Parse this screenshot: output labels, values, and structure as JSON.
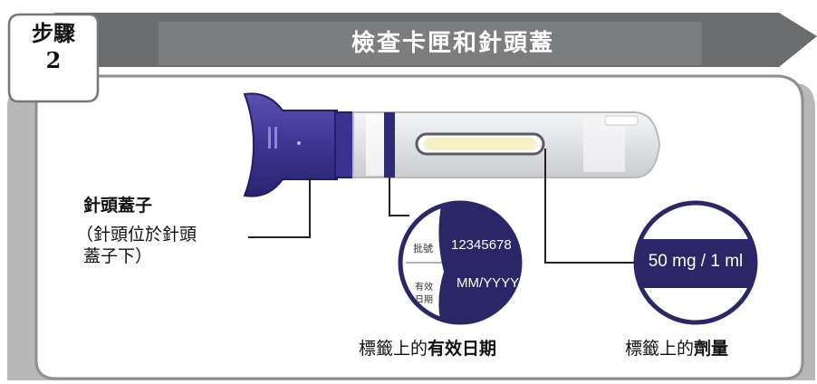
{
  "step": {
    "word": "步驟",
    "number": "2"
  },
  "title": "檢查卡匣和針頭蓋",
  "needle_cap": {
    "title": "針頭蓋子",
    "desc_line1": "（針頭位於針頭",
    "desc_line2": "蓋子下）"
  },
  "lot_zoom": {
    "lot_label": "批號",
    "lot_value": "12345678",
    "exp_label_1": "有效",
    "exp_label_2": "日期",
    "exp_value": "MM/YYYY"
  },
  "dose_zoom": {
    "value": "50 mg / 1 ml"
  },
  "caption_expiry": {
    "prefix": "標籤上的",
    "bold": "有效日期"
  },
  "caption_dose": {
    "prefix": "標籤上的",
    "bold": "劑量"
  },
  "colors": {
    "banner": "#6e7072",
    "frame": "#909090",
    "cap_purple": "#3e3592",
    "label_navy": "#2b2667",
    "barrel": "#e9eaeb"
  }
}
